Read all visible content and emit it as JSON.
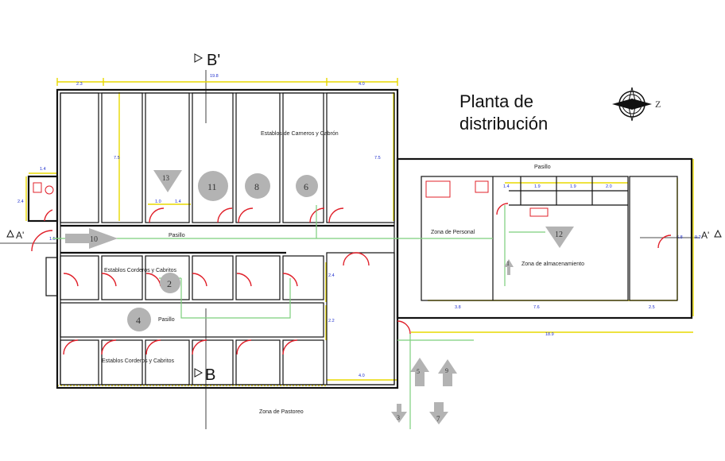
{
  "title": {
    "line1": "Planta de",
    "line2": "distribución"
  },
  "compass": {
    "letter": "Z",
    "icon": "north-arrow-icon"
  },
  "sections": {
    "b_prime": "B'",
    "b": "B",
    "a_prime_left": "A'",
    "a_prime_right": "A'"
  },
  "areas": {
    "establos_carneros": "Establos de Carneros y  Cabrón",
    "establos_corderos_1": "Establos Corderos y  Cabritos",
    "establos_corderos_2": "Establos Corderos y  Cabritos",
    "pasillo_main": "Pasillo",
    "pasillo_center": "Pasillo",
    "pasillo_right": "Pasillo",
    "zona_personal": "Zona de Personal",
    "zona_almacenamiento": "Zona de almacenamiento",
    "zona_pastoreo": "Zona de Pastoreo"
  },
  "dimensions": {
    "top_left": "2.3",
    "top_total": "19.8",
    "top_right": "4.0",
    "stall_height_a": "7.5",
    "stall_height_b": "7.5",
    "wc_width": "1.4",
    "wc_height": "2.4",
    "door_a": "1.0",
    "door_b": "1.4",
    "corridor": "1.5",
    "right_a": "1.4",
    "right_b": "1.9",
    "right_c": "1.9",
    "right_d": "2.0",
    "vert_a": "2.4",
    "vert_b": "2.2",
    "bottom_right": "4.0",
    "bot_a": "3.8",
    "bot_b": "7.6",
    "bot_c": "2.5",
    "side_a": "6.8",
    "side_b": "9.2",
    "total_bottom": "18.9"
  },
  "markers": {
    "m1": "1",
    "m2": "2",
    "m3": "3",
    "m4": "4",
    "m5": "5",
    "m6": "6",
    "m7": "7",
    "m8": "8",
    "m9": "9",
    "m10": "10",
    "m11": "11",
    "m12": "12",
    "m13": "13"
  },
  "colors": {
    "wall": "#111111",
    "door": "#e0202a",
    "dimension": "#e8d800",
    "route": "#7ccf7c",
    "marker": "#b3b3b3",
    "dim_text": "#1f2fcc"
  }
}
